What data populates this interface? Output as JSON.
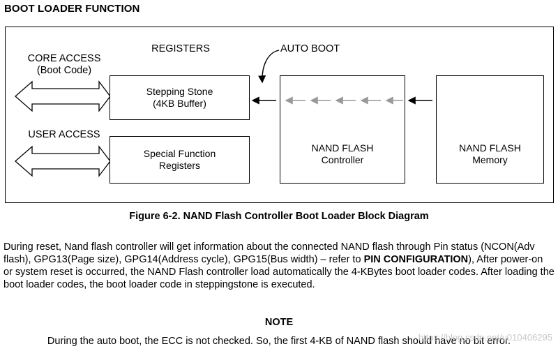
{
  "heading": "BOOT LOADER FUNCTION",
  "diagram": {
    "core_access": [
      "CORE ACCESS",
      "(Boot Code)"
    ],
    "registers_label": "REGISTERS",
    "auto_boot": "AUTO BOOT",
    "user_access": "USER ACCESS",
    "stepping_stone": [
      "Stepping Stone",
      "(4KB Buffer)"
    ],
    "sfr": [
      "Special Function",
      "Registers"
    ],
    "controller": [
      "NAND FLASH",
      "Controller"
    ],
    "memory": [
      "NAND FLASH",
      "Memory"
    ]
  },
  "caption": "Figure 6-2. NAND Flash Controller Boot Loader Block Diagram",
  "paragraph": {
    "text_before": "During reset, Nand flash controller will get information about the connected NAND flash through Pin status (NCON(Adv flash), GPG13(Page size), GPG14(Address cycle), GPG15(Bus width) – refer to ",
    "bold": "PIN CONFIGURATION",
    "text_after": "), After power-on or system reset is occurred, the NAND Flash controller load automatically the 4-KBytes boot loader codes. After loading the boot loader codes, the boot loader code in steppingstone is executed."
  },
  "note": {
    "title": "NOTE",
    "text": "During the auto boot, the ECC is not checked. So, the first 4-KB of NAND flash should have no bit error."
  },
  "watermark": "https://blog.csdn.net/u010406295"
}
